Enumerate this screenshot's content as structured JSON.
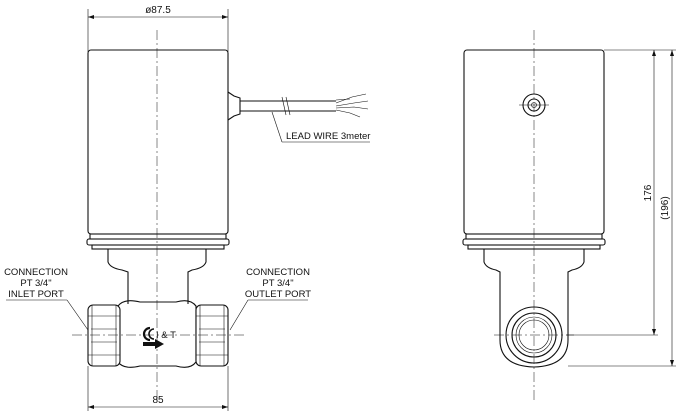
{
  "dimensions": {
    "diameter": "ø87.5",
    "width": "85",
    "height": "176",
    "total_height": "(196)"
  },
  "labels": {
    "lead_wire": "LEAD WIRE 3meter",
    "inlet": [
      "CONNECTION",
      "PT 3/4\"",
      "INLET PORT"
    ],
    "outlet": [
      "CONNECTION",
      "PT 3/4\"",
      "OUTLET PORT"
    ],
    "brand": "I & T"
  },
  "icons": {
    "logo": "brand-logo-icon",
    "flow": "flow-direction-arrow-icon"
  }
}
